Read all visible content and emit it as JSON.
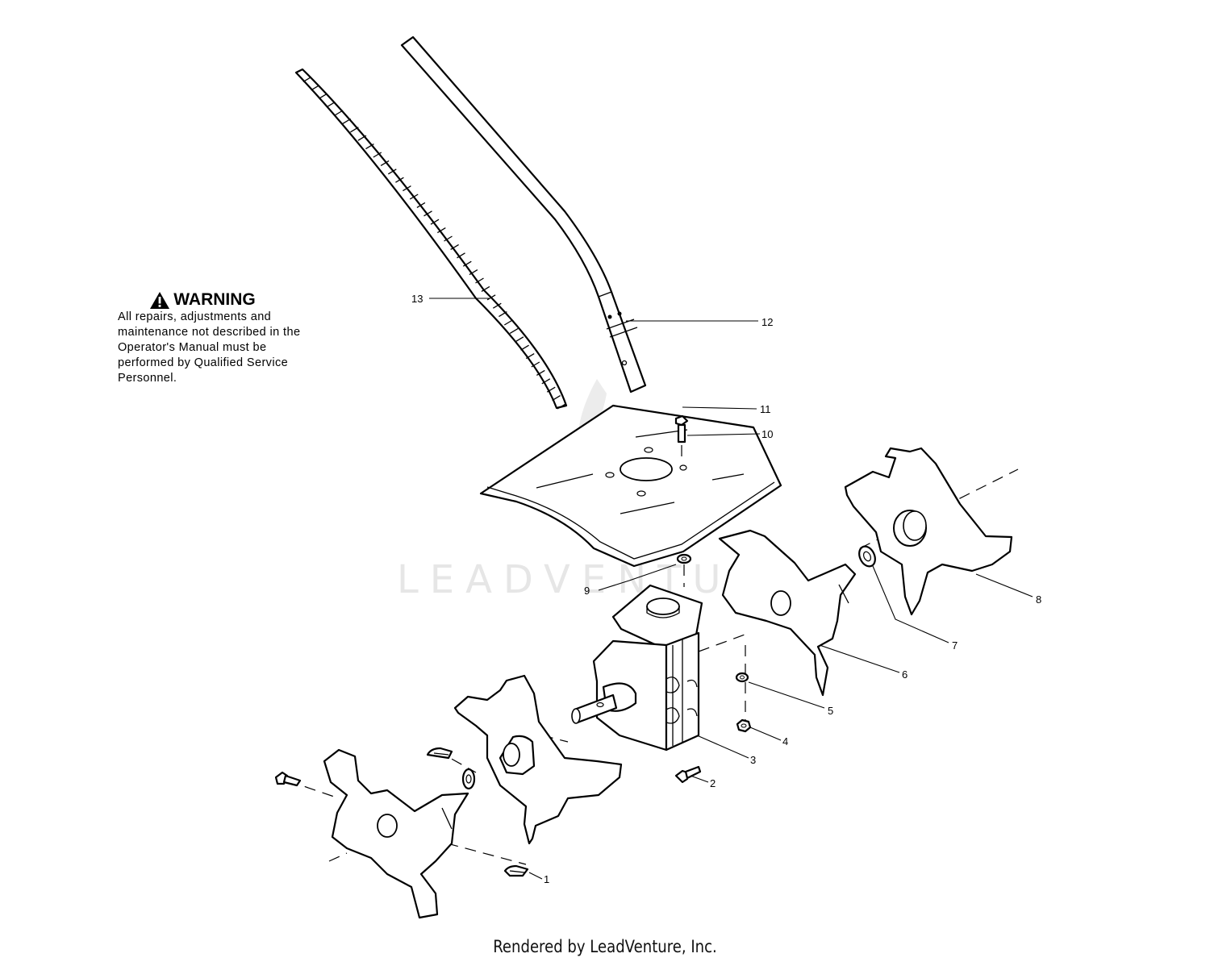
{
  "warning": {
    "icon": "warning-triangle-icon",
    "title": "WARNING",
    "text": "All repairs, adjustments and maintenance not described in the Operator's Manual must be performed by Qualified Service Personnel."
  },
  "callouts": [
    "1",
    "2",
    "3",
    "4",
    "5",
    "6",
    "7",
    "8",
    "9",
    "10",
    "11",
    "12",
    "13"
  ],
  "watermark": "LEADVENTURE",
  "footer": "Rendered by LeadVenture, Inc.",
  "colors": {
    "line": "#000000",
    "background": "#ffffff",
    "watermark": "#e6e6e6"
  }
}
